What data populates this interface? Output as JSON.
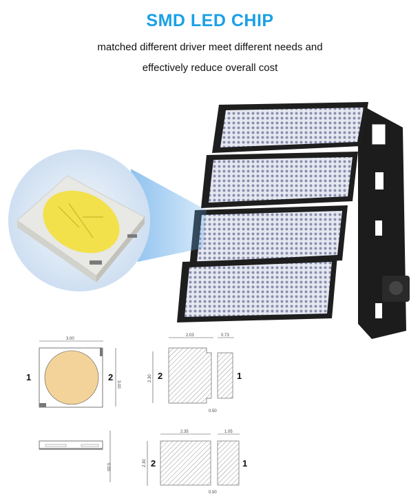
{
  "header": {
    "title": "SMD LED CHIP",
    "subtitle_line1": "matched different driver meet different needs and",
    "subtitle_line2": "effectively reduce overall cost"
  },
  "colors": {
    "title": "#1aa0e6",
    "chip_phosphor": "#f2e14a",
    "chip_bg": "#cfe0f2",
    "zoom_beam": "#5fa8e8",
    "led_die_drawing": "#f3d39a",
    "housing": "#1c1c1c"
  },
  "diagrams": {
    "top_view": {
      "width": "3.00",
      "height": "3.00",
      "pin_left": "1",
      "pin_right": "2"
    },
    "side_view": {
      "height": "0.55"
    },
    "pad_layout_top": {
      "pad_left_width": "2.03",
      "pad_right_width": "0.73",
      "height": "2.30",
      "gap": "0.50",
      "pin_left": "2",
      "pin_right": "1"
    },
    "pad_layout_bottom": {
      "pad_left_width": "2.35",
      "pad_right_width": "1.05",
      "height": "2.30",
      "gap": "0.50",
      "pin_left": "2",
      "pin_right": "1"
    }
  }
}
